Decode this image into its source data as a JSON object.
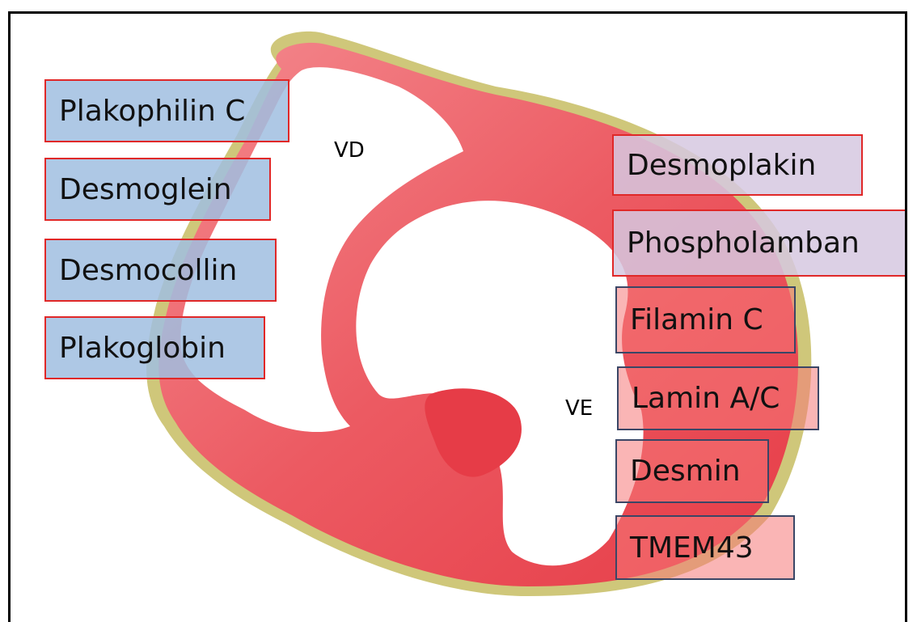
{
  "chambers": {
    "right_ventricle": "VD",
    "left_ventricle": "VE"
  },
  "left_proteins": [
    "Plakophilin C",
    "Desmoglein",
    "Desmocollin",
    "Plakoglobin"
  ],
  "right_proteins_upper": [
    "Desmoplakin",
    "Phospholamban"
  ],
  "right_proteins_lower": [
    "Filamin C",
    "Lamin A/C",
    "Desmin",
    "TMEM43"
  ],
  "colors": {
    "myocardium": "#e8404a",
    "epicardium": "#cfc77a",
    "left_box_fill": "#a0bee1",
    "upper_right_box_fill": "#d6c8e1",
    "lower_right_box_fill": "#f5a0a0",
    "red_border": "#e02828",
    "dark_border": "#3a4666"
  }
}
